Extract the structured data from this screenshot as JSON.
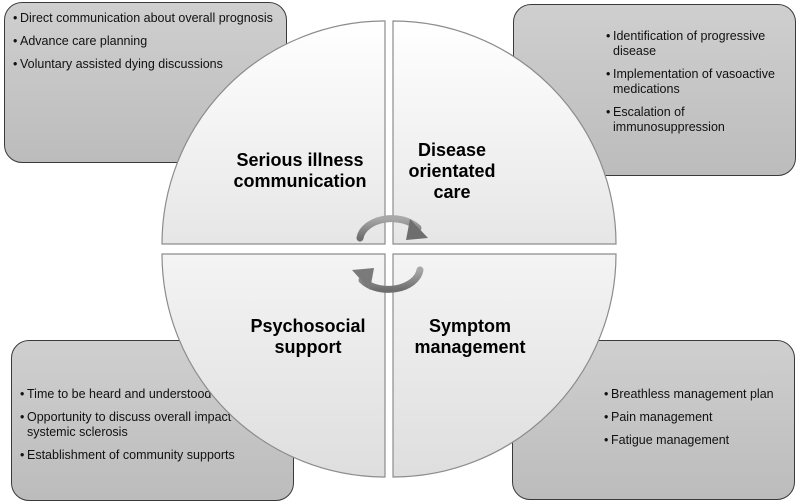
{
  "boxes": {
    "top_left": [
      "Direct communication about overall prognosis",
      "Advance care planning",
      "Voluntary assisted dying discussions"
    ],
    "top_right": [
      "Identification of progressive disease",
      "Implementation of vasoactive medications",
      "Escalation of immunosuppression"
    ],
    "bottom_left": [
      "Time to be heard and understood",
      "Opportunity to discuss overall impact of systemic sclerosis",
      "Establishment of community supports"
    ],
    "bottom_right": [
      "Breathless management plan",
      "Pain management",
      "Fatigue management"
    ]
  },
  "quadrants": {
    "top_left": "Serious illness\ncommunication",
    "top_right": "Disease\norientated\ncare",
    "bottom_left": "Psychosocial\nsupport",
    "bottom_right": "Symptom\nmanagement"
  },
  "colors": {
    "box_fill": "#c4c4c4",
    "quadrant_fill": "#efefef",
    "arrow": "#8a8a8a"
  },
  "icons": {
    "cycle": "circular-arrows-icon"
  }
}
